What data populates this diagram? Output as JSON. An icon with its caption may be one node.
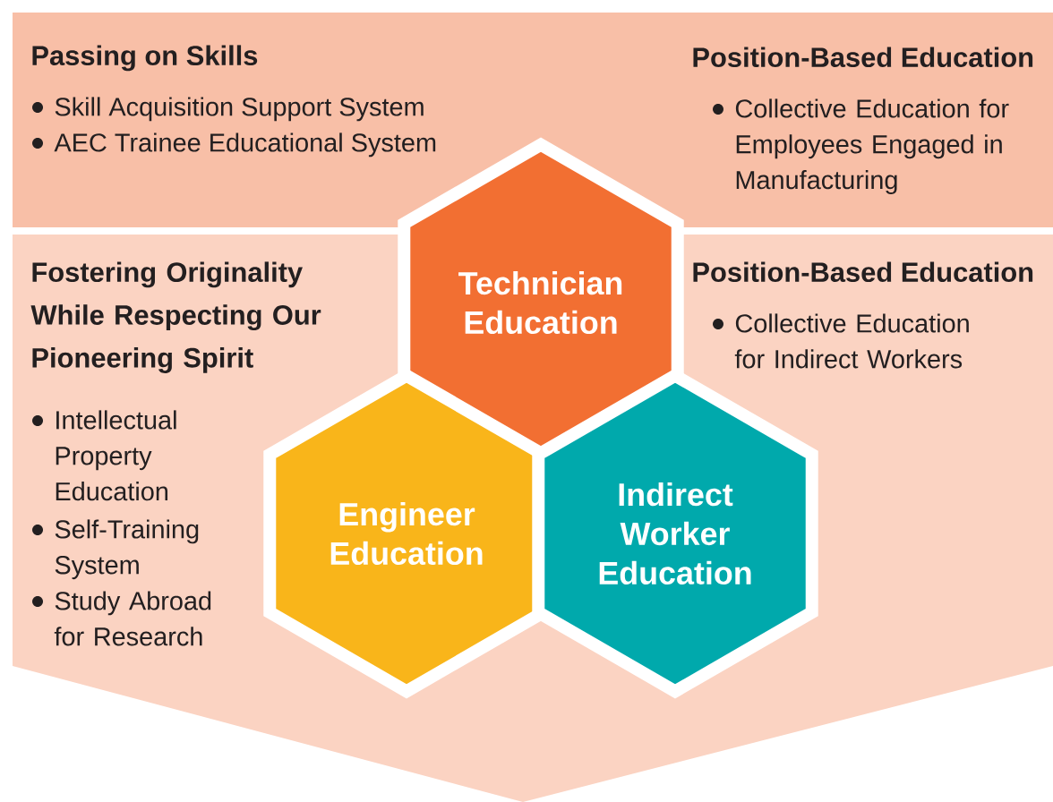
{
  "diagram": {
    "nodes": [
      {
        "text": [
          "Technician Education"
        ]
      },
      {
        "text": [
          "Engineer Education"
        ]
      },
      {
        "text": [
          "Indirect Worker Education"
        ]
      }
    ],
    "labels": [
      "Passing on Skills",
      "Skill Acquisition Support System",
      "AEC Trainee Educational System",
      "Position-Based Education",
      "Collective Education for Employees Engaged in Manufacturing",
      "Fostering Originality While Respecting Our Pioneering Spirit",
      "Position-Based Education",
      "Collective Education for Indirect Workers",
      "Intellectual Property Education",
      "Self-Training System",
      "Study Abroad for Research"
    ]
  }
}
